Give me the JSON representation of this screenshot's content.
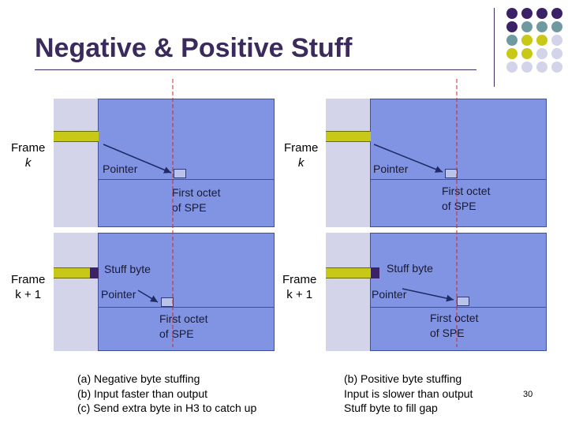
{
  "title": "Negative & Positive Stuff",
  "page_number": "30",
  "palette": {
    "purple": "#3b2266",
    "teal": "#6e9aa0",
    "olive": "#c8c816",
    "lavender": "#d3d3ea",
    "frame_blue": "#8193e3",
    "overhead": "#d3d3ea",
    "arrow": "#1f2a66",
    "dashed_line": "#cc2b2b"
  },
  "left": {
    "frame_k_label": "Frame",
    "frame_k_var": "k",
    "frame_k1_label": "Frame",
    "frame_k1_var": "k + 1",
    "top_pointer": "Pointer",
    "top_first_octet": [
      "First octet",
      "of SPE"
    ],
    "bottom_stuff_byte": "Stuff byte",
    "bottom_pointer": "Pointer",
    "bottom_first_octet": [
      "First octet",
      "of SPE"
    ],
    "caption": [
      "(a)  Negative byte stuffing",
      "(b)  Input faster than output",
      "(c)  Send extra byte in H3 to catch up"
    ]
  },
  "right": {
    "frame_k_label": "Frame",
    "frame_k_var": "k",
    "frame_k1_label": "Frame",
    "frame_k1_var": "k + 1",
    "top_pointer": "Pointer",
    "top_first_octet": [
      "First octet",
      "of SPE"
    ],
    "bottom_stuff_byte": "Stuff byte",
    "bottom_pointer": "Pointer",
    "bottom_first_octet": [
      "First octet",
      "of SPE"
    ],
    "caption": [
      "(b) Positive byte stuffing",
      "Input is slower than output",
      "Stuff byte to fill gap"
    ]
  }
}
